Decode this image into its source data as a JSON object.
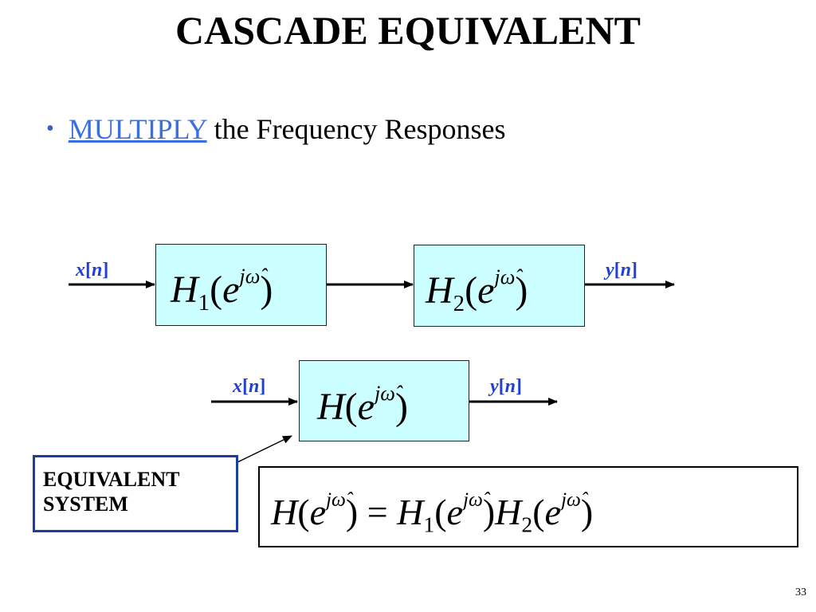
{
  "slide": {
    "title": "CASCADE EQUIVALENT",
    "bullet_marker": "•",
    "bullet_link": "MULTIPLY",
    "bullet_rest": " the Frequency Responses",
    "page_number": "33"
  },
  "signals": {
    "x_var": "x",
    "y_var": "y",
    "idx_open": "[",
    "idx_var": "n",
    "idx_close": "]"
  },
  "blocks": {
    "h1": {
      "fn": "H",
      "sub": "1",
      "open": "(",
      "base": "e",
      "exp": "jω̂",
      "close": ")"
    },
    "h2": {
      "fn": "H",
      "sub": "2",
      "open": "(",
      "base": "e",
      "exp": "jω̂",
      "close": ")"
    },
    "h": {
      "fn": "H",
      "open": "(",
      "base": "e",
      "exp": "jω̂",
      "close": ")"
    }
  },
  "equivalent_label": {
    "line1": "EQUIVALENT",
    "line2": "SYSTEM"
  },
  "equation": {
    "lhs_fn": "H",
    "eq": " = ",
    "h1_fn": "H",
    "h1_sub": "1",
    "h2_fn": "H",
    "h2_sub": "2",
    "open": "(",
    "base": "e",
    "exp": "jω̂",
    "close": ")"
  },
  "colors": {
    "box_fill": "#ccffff",
    "signal_text": "#1f3fd6",
    "link": "#3a6fe0",
    "label_border": "#1a3da8"
  }
}
